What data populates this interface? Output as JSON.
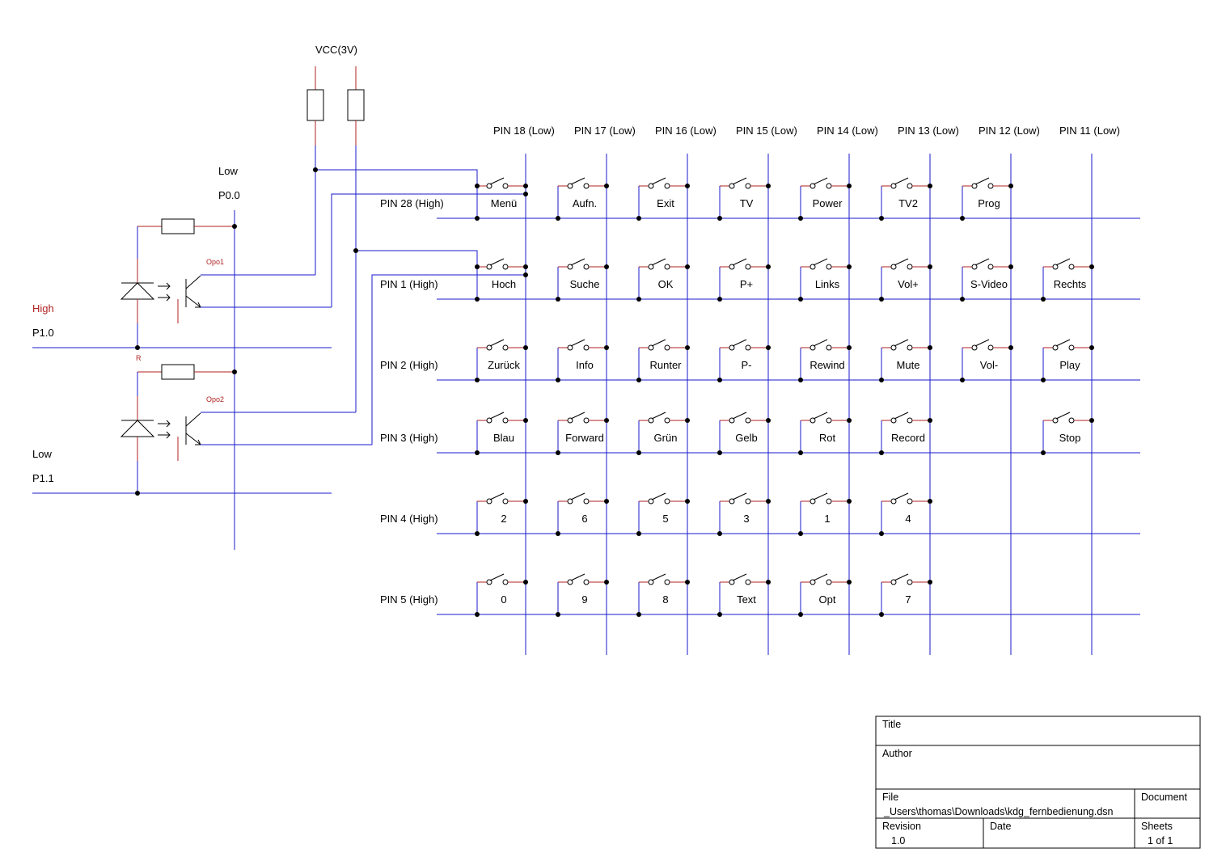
{
  "power": {
    "label": "VCC(3V)"
  },
  "columns": [
    {
      "label": "PIN 18 (Low)"
    },
    {
      "label": "PIN 17 (Low)"
    },
    {
      "label": "PIN 16 (Low)"
    },
    {
      "label": "PIN 15 (Low)"
    },
    {
      "label": "PIN 14 (Low)"
    },
    {
      "label": "PIN 13 (Low)"
    },
    {
      "label": "PIN 12 (Low)"
    },
    {
      "label": "PIN 11 (Low)"
    }
  ],
  "rows": [
    {
      "label": "PIN 28 (High)",
      "keys": [
        "Menü",
        "Aufn.",
        "Exit",
        "TV",
        "Power",
        "TV2",
        "Prog",
        null
      ]
    },
    {
      "label": "PIN 1 (High)",
      "keys": [
        "Hoch",
        "Suche",
        "OK",
        "P+",
        "Links",
        "Vol+",
        "S-Video",
        "Rechts"
      ]
    },
    {
      "label": "PIN 2 (High)",
      "keys": [
        "Zurück",
        "Info",
        "Runter",
        "P-",
        "Rewind",
        "Mute",
        "Vol-",
        "Play"
      ]
    },
    {
      "label": "PIN 3 (High)",
      "keys": [
        "Blau",
        "Forward",
        "Grün",
        "Gelb",
        "Rot",
        "Record",
        null,
        "Stop"
      ]
    },
    {
      "label": "PIN 4 (High)",
      "keys": [
        "2",
        "6",
        "5",
        "3",
        "1",
        "4",
        null,
        null
      ]
    },
    {
      "label": "PIN 5 (High)",
      "keys": [
        "0",
        "9",
        "8",
        "Text",
        "Opt",
        "7",
        null,
        null
      ]
    }
  ],
  "left_circuit": {
    "low_label": "Low",
    "p00_label": "P0.0",
    "high_label": "High",
    "p10_label": "P1.0",
    "r_label": "R",
    "low2_label": "Low",
    "p11_label": "P1.1",
    "opto1_label": "Opo1",
    "opto2_label": "Opo2"
  },
  "colors": {
    "wire": "#1a1acc",
    "component": "#000000",
    "pin": "#b22222"
  },
  "title_block": {
    "title_label": "Title",
    "author_label": "Author",
    "file_label": "File",
    "file_value": "_Users\\thomas\\Downloads\\kdg_fernbedienung.dsn",
    "document_label": "Document",
    "revision_label": "Revision",
    "revision_value": "1.0",
    "date_label": "Date",
    "sheets_label": "Sheets",
    "sheets_value": "1 of 1"
  }
}
